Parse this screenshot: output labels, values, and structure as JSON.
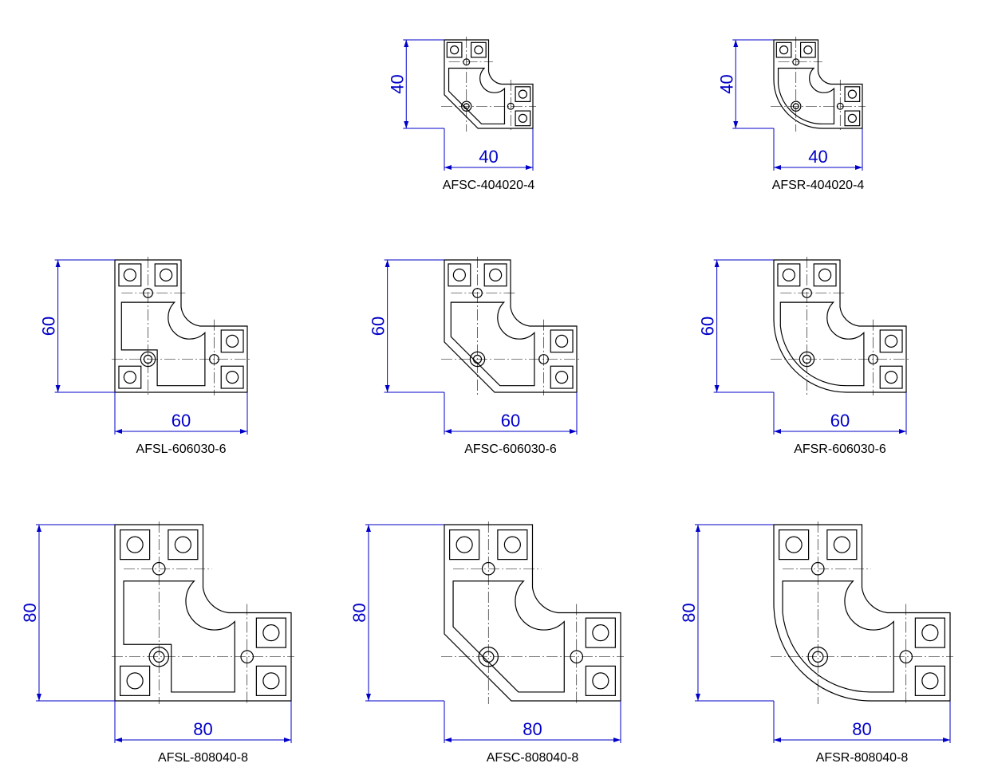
{
  "title": "",
  "colors": {
    "dimension": "#0000c8",
    "outline": "#000000",
    "background": "#ffffff"
  },
  "profiles": [
    {
      "id": "afsc-404020-4",
      "label": "AFSC-404020-4",
      "variant": "chamfer",
      "width": "40",
      "height": "40"
    },
    {
      "id": "afsr-404020-4",
      "label": "AFSR-404020-4",
      "variant": "radius",
      "width": "40",
      "height": "40"
    },
    {
      "id": "afsl-606030-6",
      "label": "AFSL-606030-6",
      "variant": "lshape",
      "width": "60",
      "height": "60"
    },
    {
      "id": "afsc-606030-6",
      "label": "AFSC-606030-6",
      "variant": "chamfer",
      "width": "60",
      "height": "60"
    },
    {
      "id": "afsr-606030-6",
      "label": "AFSR-606030-6",
      "variant": "radius",
      "width": "60",
      "height": "60"
    },
    {
      "id": "afsl-808040-8",
      "label": "AFSL-808040-8",
      "variant": "lshape",
      "width": "80",
      "height": "80"
    },
    {
      "id": "afsc-808040-8",
      "label": "AFSC-808040-8",
      "variant": "chamfer",
      "width": "80",
      "height": "80"
    },
    {
      "id": "afsr-808040-8",
      "label": "AFSR-808040-8",
      "variant": "radius",
      "width": "80",
      "height": "80"
    }
  ]
}
